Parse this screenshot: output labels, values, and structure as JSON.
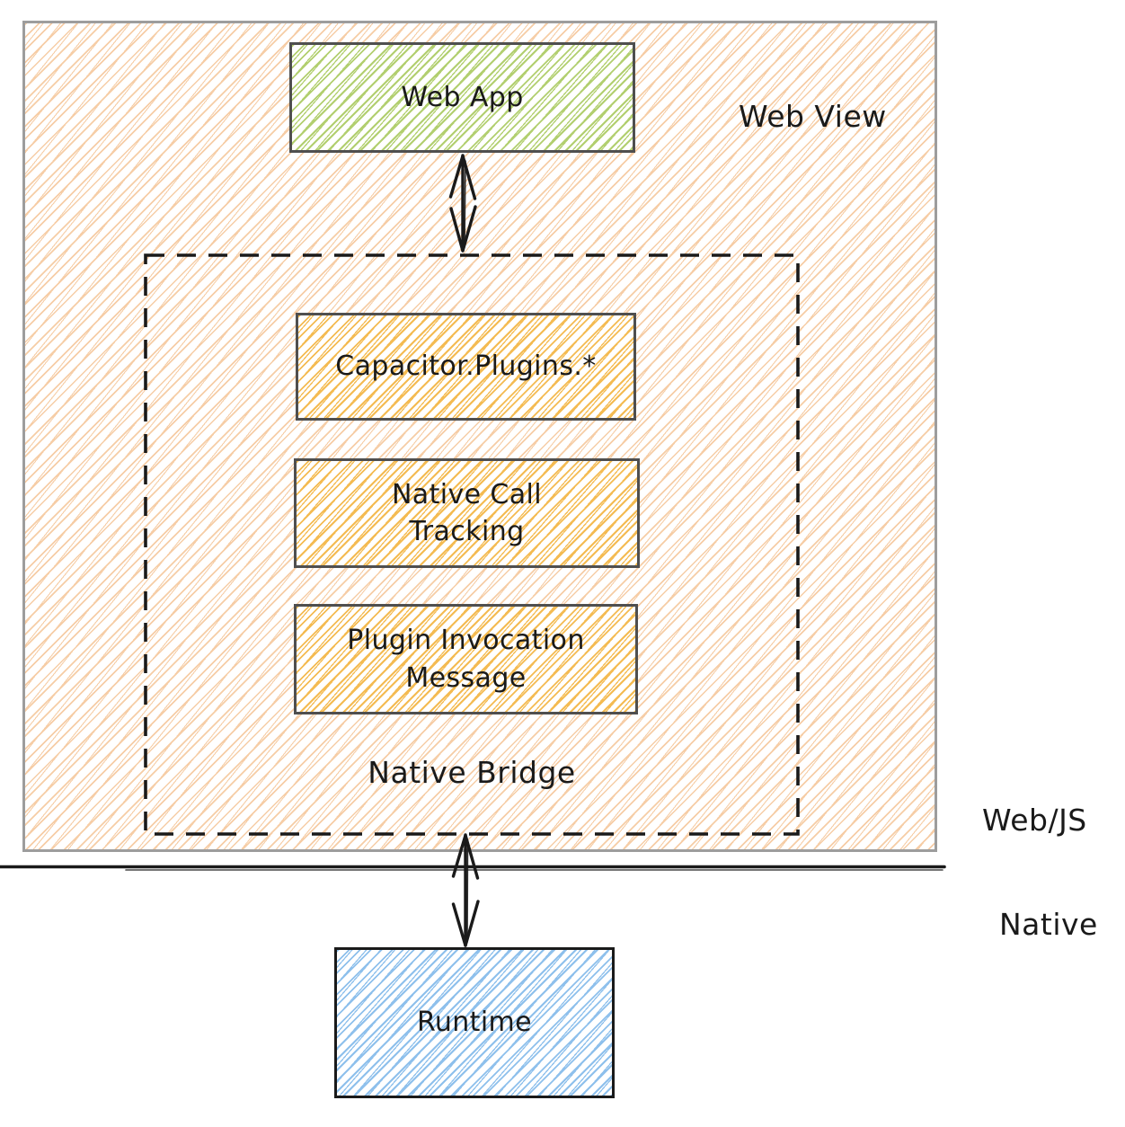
{
  "web_view": {
    "label": "Web View",
    "web_app": {
      "label": "Web App"
    },
    "native_bridge": {
      "label": "Native Bridge",
      "boxes": [
        {
          "label": "Capacitor.Plugins.*"
        },
        {
          "label": "Native Call Tracking"
        },
        {
          "label": "Plugin Invocation Message"
        }
      ]
    }
  },
  "layers": {
    "web_js_label": "Web/JS",
    "native_label": "Native"
  },
  "runtime": {
    "label": "Runtime"
  },
  "colors": {
    "web_view_hatch": "#f6cda6",
    "web_app_hatch": "#b2cf6f",
    "plugin_hatch": "#f4bb52",
    "runtime_hatch": "#8ec0ec",
    "web_view_border": "#9d9d9d",
    "box_border": "#4f4f4f",
    "ink": "#1a1a1a"
  }
}
